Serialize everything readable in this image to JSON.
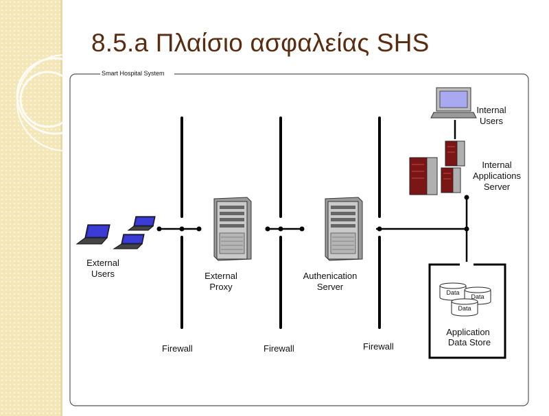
{
  "slide": {
    "title": "8.5.a Πλαίσιο ασφαλείας SHS"
  },
  "diagram": {
    "system_label": "Smart Hospital System",
    "external_users": [
      "External",
      "Users"
    ],
    "external_proxy": [
      "External",
      "Proxy"
    ],
    "auth_server": [
      "Authenication",
      "Server"
    ],
    "internal_users": [
      "Internal",
      "Users"
    ],
    "internal_app_server": [
      "Internal",
      "Applications",
      "Server"
    ],
    "app_data_store": [
      "Application",
      "Data Store"
    ],
    "firewall_label": "Firewall",
    "data_label": "Data"
  },
  "colors": {
    "title": "#5a2b0f",
    "background_band": "#f3e7b8",
    "server_red": "#8b1a1a",
    "screen_blue": "#3b3bd6"
  }
}
